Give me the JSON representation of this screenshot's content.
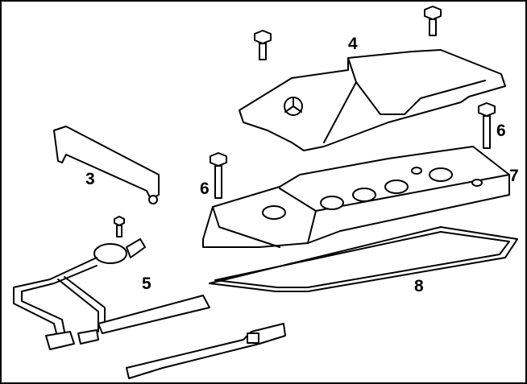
{
  "diagram": {
    "callouts": [
      {
        "id": "3",
        "text": "3",
        "part": "ignition-cable-cover"
      },
      {
        "id": "4",
        "text": "4",
        "part": "engine-cover"
      },
      {
        "id": "5",
        "text": "5",
        "part": "breather-hoses"
      },
      {
        "id": "6a",
        "text": "6",
        "part": "bolt-right"
      },
      {
        "id": "6b",
        "text": "6",
        "part": "bolt-left"
      },
      {
        "id": "7",
        "text": "7",
        "part": "cylinder-head-cover"
      },
      {
        "id": "8",
        "text": "8",
        "part": "gasket"
      }
    ]
  }
}
